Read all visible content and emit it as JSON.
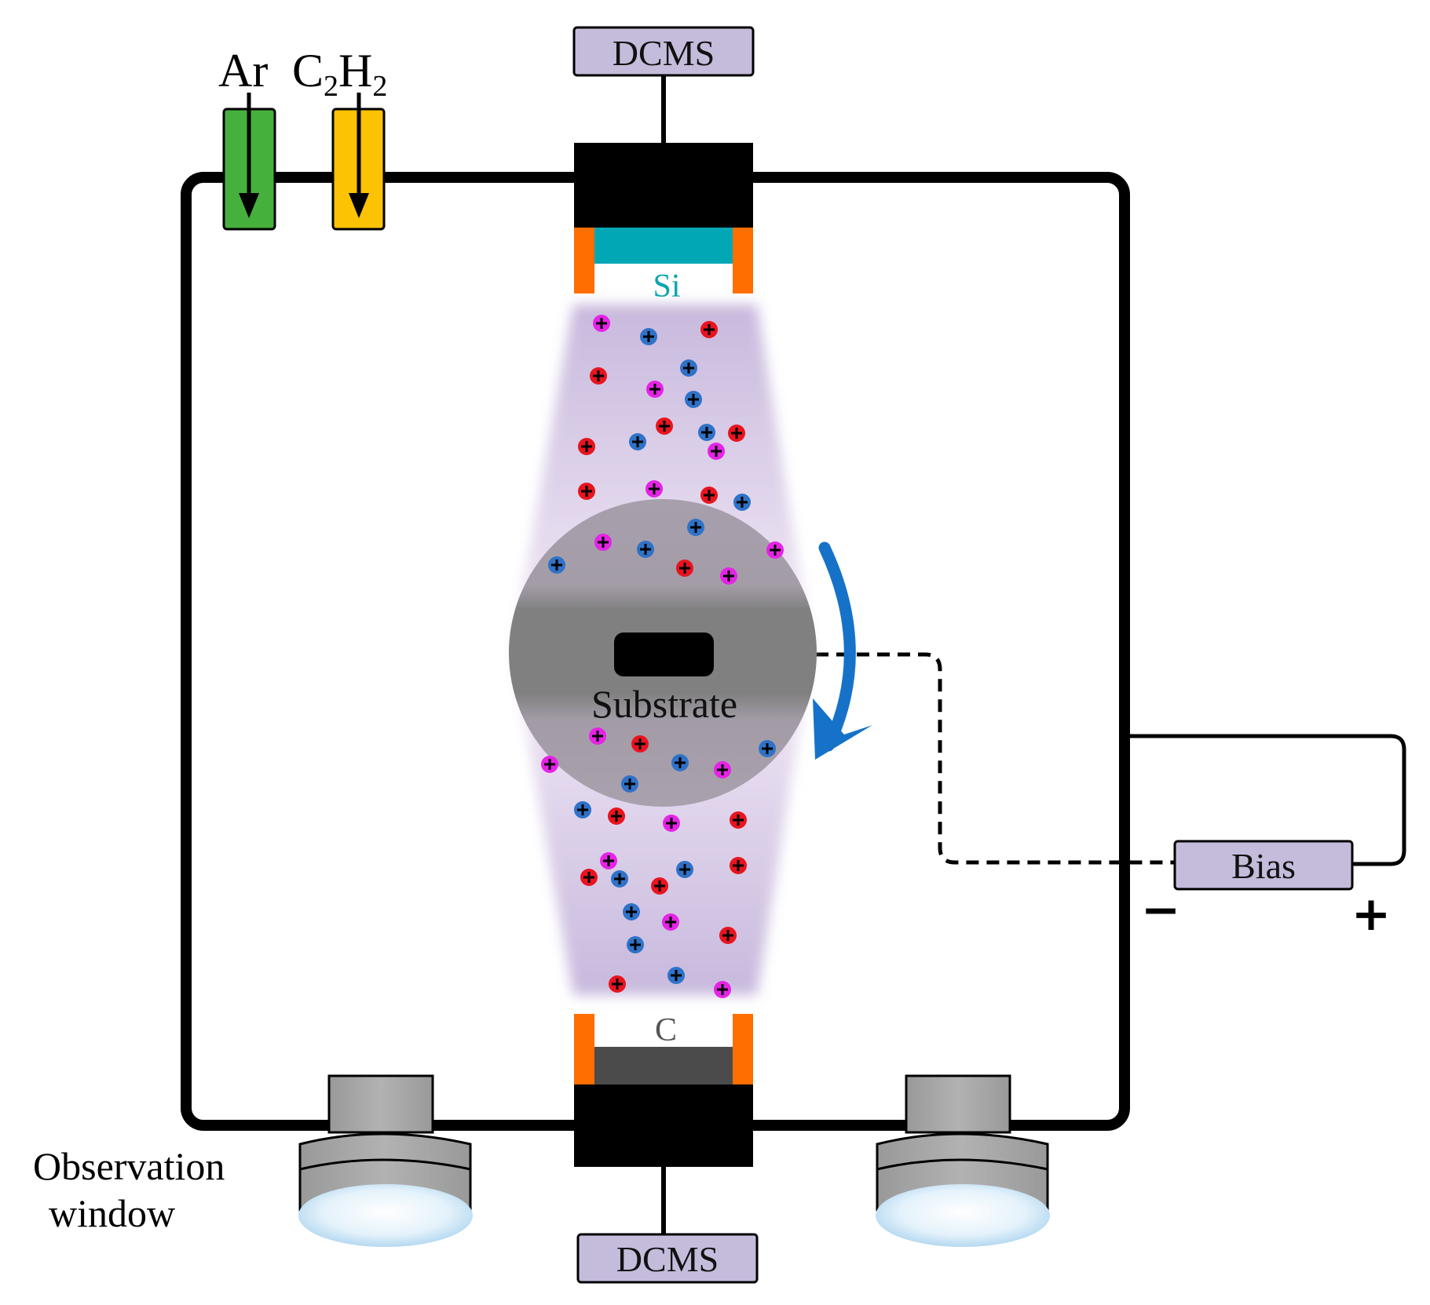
{
  "labels": {
    "gas_ar": "Ar",
    "gas_c2h2_c": "C",
    "gas_c2h2_sub1": "2",
    "gas_c2h2_h": "H",
    "gas_c2h2_sub2": "2",
    "dcms_top": "DCMS",
    "dcms_bottom": "DCMS",
    "target_top": "Si",
    "target_bottom": "C",
    "substrate": "Substrate",
    "bias": "Bias",
    "bias_minus": "−",
    "bias_plus": "+",
    "observation_window_line1": "Observation",
    "observation_window_line2": "window",
    "ion_sign": "+"
  },
  "colors": {
    "ar_inlet": "#46b03c",
    "c2h2_inlet": "#fcc204",
    "power_box": "#c5bcdc",
    "si_target": "#02a7b5",
    "c_target": "#4b4b4b",
    "target_clamp": "#ff6e00",
    "rotation_arrow": "#1672c9",
    "plasma": "#c8b9dd",
    "substrate_holder": "#8c8c8c",
    "ion_red": "#e8141e",
    "ion_blue": "#2f72c8",
    "ion_magenta": "#e623e6",
    "window_body": "#a6a6a6",
    "window_glass": "#d6ecf8"
  },
  "icons": {
    "rotation": "curved-arrow-clockwise-icon",
    "ion": "plus-ion-icon",
    "gas_flow": "down-arrow-icon"
  }
}
